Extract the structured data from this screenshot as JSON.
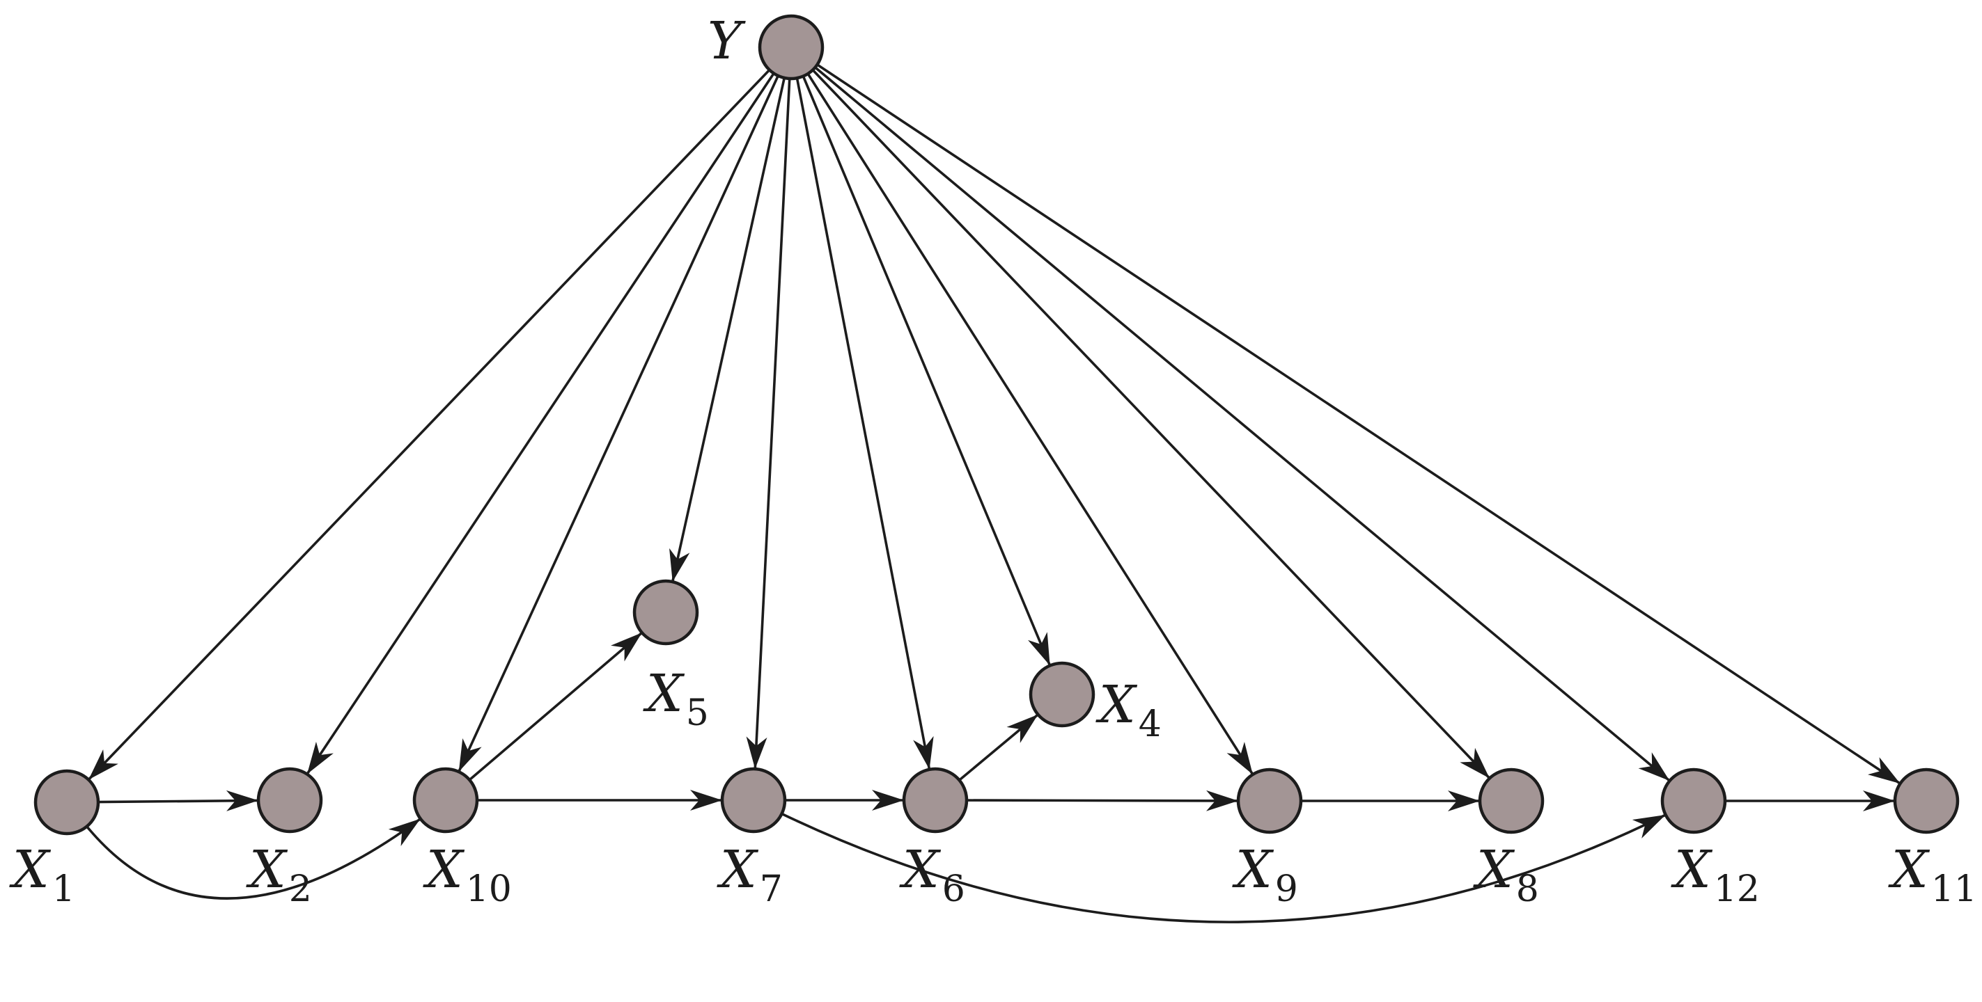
{
  "diagram": {
    "nodes": [
      {
        "id": "Y",
        "main": "Y",
        "sub": ""
      },
      {
        "id": "X1",
        "main": "X",
        "sub": "1"
      },
      {
        "id": "X2",
        "main": "X",
        "sub": "2"
      },
      {
        "id": "X10",
        "main": "X",
        "sub": "10"
      },
      {
        "id": "X5",
        "main": "X",
        "sub": "5"
      },
      {
        "id": "X7",
        "main": "X",
        "sub": "7"
      },
      {
        "id": "X6",
        "main": "X",
        "sub": "6"
      },
      {
        "id": "X4",
        "main": "X",
        "sub": "4"
      },
      {
        "id": "X9",
        "main": "X",
        "sub": "9"
      },
      {
        "id": "X8",
        "main": "X",
        "sub": "8"
      },
      {
        "id": "X12",
        "main": "X",
        "sub": "12"
      },
      {
        "id": "X11",
        "main": "X",
        "sub": "11"
      }
    ],
    "edges": [
      {
        "from": "Y",
        "to": "X1"
      },
      {
        "from": "Y",
        "to": "X2"
      },
      {
        "from": "Y",
        "to": "X10"
      },
      {
        "from": "Y",
        "to": "X5"
      },
      {
        "from": "Y",
        "to": "X7"
      },
      {
        "from": "Y",
        "to": "X6"
      },
      {
        "from": "Y",
        "to": "X4"
      },
      {
        "from": "Y",
        "to": "X9"
      },
      {
        "from": "Y",
        "to": "X8"
      },
      {
        "from": "Y",
        "to": "X12"
      },
      {
        "from": "Y",
        "to": "X11"
      },
      {
        "from": "X1",
        "to": "X2"
      },
      {
        "from": "X1",
        "to": "X10"
      },
      {
        "from": "X10",
        "to": "X5"
      },
      {
        "from": "X10",
        "to": "X7"
      },
      {
        "from": "X7",
        "to": "X6"
      },
      {
        "from": "X7",
        "to": "X12"
      },
      {
        "from": "X6",
        "to": "X4"
      },
      {
        "from": "X6",
        "to": "X9"
      },
      {
        "from": "X9",
        "to": "X8"
      },
      {
        "from": "X12",
        "to": "X11"
      }
    ],
    "colors": {
      "node_fill": "#a39595",
      "stroke": "#1c1c1c",
      "background": "#ffffff"
    }
  }
}
